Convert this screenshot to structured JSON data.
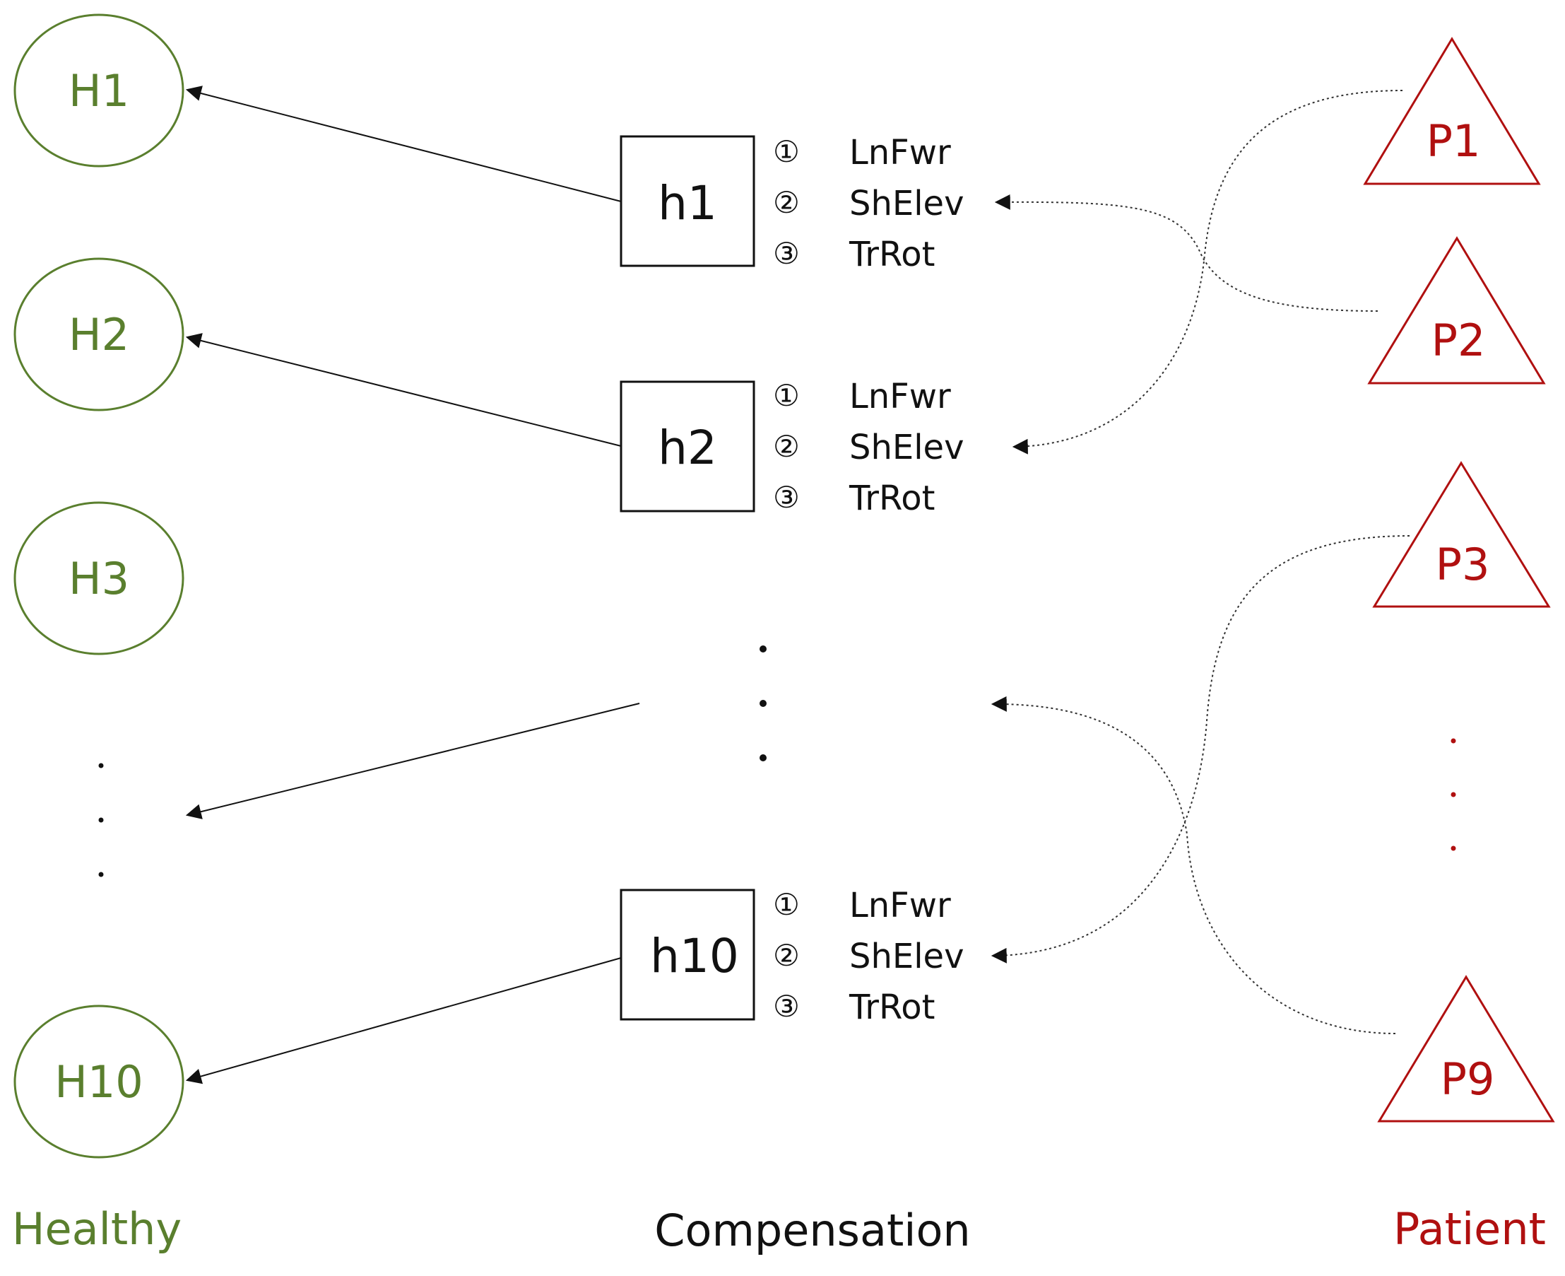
{
  "colors": {
    "healthy": "#5a7f2e",
    "patient": "#b01010",
    "ink": "#111111"
  },
  "healthy": {
    "nodes": [
      "H1",
      "H2",
      "H3",
      "H10"
    ],
    "label": "Healthy"
  },
  "patient": {
    "nodes": [
      "P1",
      "P2",
      "P3",
      "P9"
    ],
    "label": "Patient"
  },
  "compensation": {
    "label": "Compensation",
    "boxes": [
      {
        "id": "h1",
        "items": [
          {
            "num": "①",
            "name": "LnFwr"
          },
          {
            "num": "②",
            "name": "ShElev"
          },
          {
            "num": "③",
            "name": "TrRot"
          }
        ]
      },
      {
        "id": "h2",
        "items": [
          {
            "num": "①",
            "name": "LnFwr"
          },
          {
            "num": "②",
            "name": "ShElev"
          },
          {
            "num": "③",
            "name": "TrRot"
          }
        ]
      },
      {
        "id": "h10",
        "items": [
          {
            "num": "①",
            "name": "LnFwr"
          },
          {
            "num": "②",
            "name": "ShElev"
          },
          {
            "num": "③",
            "name": "TrRot"
          }
        ]
      }
    ]
  },
  "icons": {
    "healthy_node": "circle",
    "patient_node": "triangle",
    "compensation_node": "square",
    "ellipsis": "vertical-dots"
  }
}
